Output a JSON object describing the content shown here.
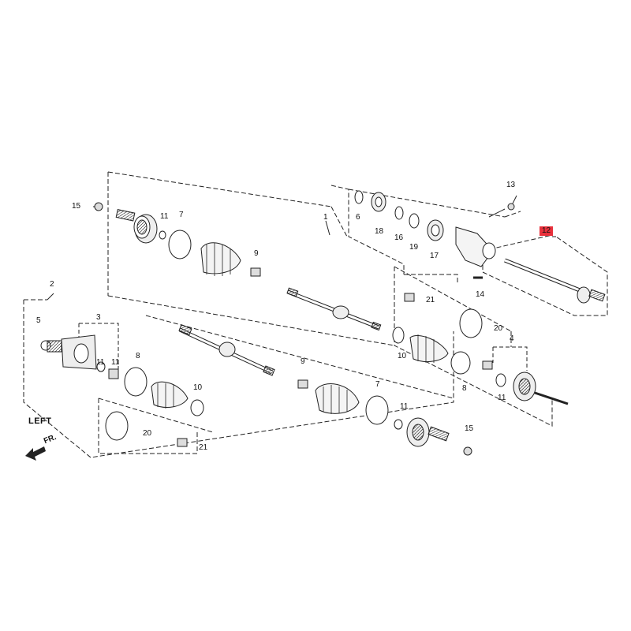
{
  "labels": {
    "p1": "1",
    "p2": "2",
    "p3": "3",
    "p4": "4",
    "p5": "5",
    "p6": "6",
    "p7a": "7",
    "p7b": "7",
    "p8a": "8",
    "p8b": "8",
    "p9a": "9",
    "p9b": "9",
    "p10a": "10",
    "p10b": "10",
    "p11a": "11",
    "p11b": "11",
    "p11c": "11",
    "p11d": "11",
    "p12": "12",
    "p13": "13",
    "p14": "14",
    "p15a": "15",
    "p15b": "15",
    "p16": "16",
    "p17": "17",
    "p18": "18",
    "p19": "19",
    "p20a": "20",
    "p20b": "20",
    "p21a": "21",
    "p21b": "21"
  },
  "direction": {
    "side_label": "LEFT",
    "arrow_label": "FR."
  },
  "colors": {
    "highlight": "#e8303b",
    "line": "#222222"
  }
}
